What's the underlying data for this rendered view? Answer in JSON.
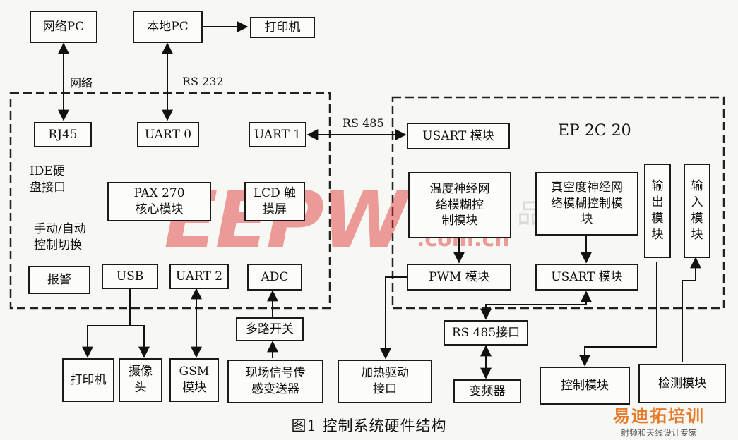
{
  "boxes": {
    "net_pc": "网络PC",
    "local_pc": "本地PC",
    "printer_top": "打印机",
    "rj45": "RJ45",
    "uart0": "UART  0",
    "uart1": "UART  1",
    "ide_1": "IDE硬",
    "ide_2": "盘接口",
    "pax_1": "PAX 270",
    "pax_2": "核心模块",
    "lcd_1": "LCD 触",
    "lcd_2": "摸屏",
    "manual_1": "手动/自动",
    "manual_2": "控制切换",
    "alarm": "报警",
    "usb": "USB",
    "uart2": "UART  2",
    "adc": "ADC",
    "mux": "多路开关",
    "printer_bottom": "打印机",
    "camera_1": "摄像",
    "camera_2": "头",
    "gsm_1": "GSM",
    "gsm_2": "模块",
    "sensor_1": "现场信号传",
    "sensor_2": "感变送器",
    "usart_top": "USART  模块",
    "temp_1": "温度神经网",
    "temp_2": "络模糊控",
    "temp_3": "制模块",
    "vac_1": "真空度神经网",
    "vac_2": "络模糊控制模",
    "vac_3": "块",
    "out_1": "输",
    "out_2": "出",
    "out_3": "模",
    "out_4": "块",
    "in_1": "输",
    "in_2": "入",
    "in_3": "模",
    "in_4": "块",
    "pwm": "PWM  模块",
    "usart_bottom": "USART  模块",
    "heat_1": "加热驱动",
    "heat_2": "接口",
    "rs485_iface": "RS 485接口",
    "inverter": "变频器",
    "ctrl_module": "控制模块",
    "detect_module": "检测模块"
  },
  "labels": {
    "network": "网络",
    "rs232": "RS 232",
    "rs485": "RS 485",
    "fpga": "EP 2C 20"
  },
  "caption": "图1  控制系统硬件结构",
  "watermark": {
    "main": "EEPW",
    "site": ".com.cn",
    "chinese": "电子产品世界",
    "brand": "易迪拓培训",
    "brand_sub": "射频和天线设计专家"
  }
}
